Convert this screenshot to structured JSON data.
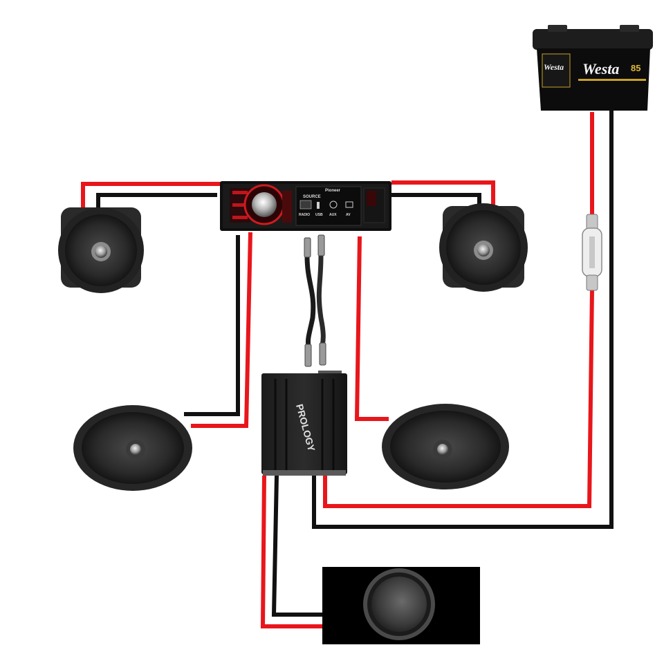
{
  "head_unit": {
    "brand": "Pioneer",
    "source_label": "SOURCE",
    "buttons": [
      "RADIO",
      "USB",
      "AUX",
      "AV"
    ]
  },
  "battery": {
    "brand": "Westa",
    "capacity": "85"
  },
  "amplifier": {
    "brand": "PROLOGY"
  },
  "colors": {
    "positive_wire": "#e8161b",
    "negative_wire": "#111111",
    "background": "#ffffff"
  },
  "components": [
    "head-unit",
    "battery",
    "inline-fuse",
    "rca-cable",
    "amplifier",
    "front-left-speaker",
    "front-right-speaker",
    "rear-left-oval-speaker",
    "rear-right-oval-speaker",
    "subwoofer"
  ]
}
